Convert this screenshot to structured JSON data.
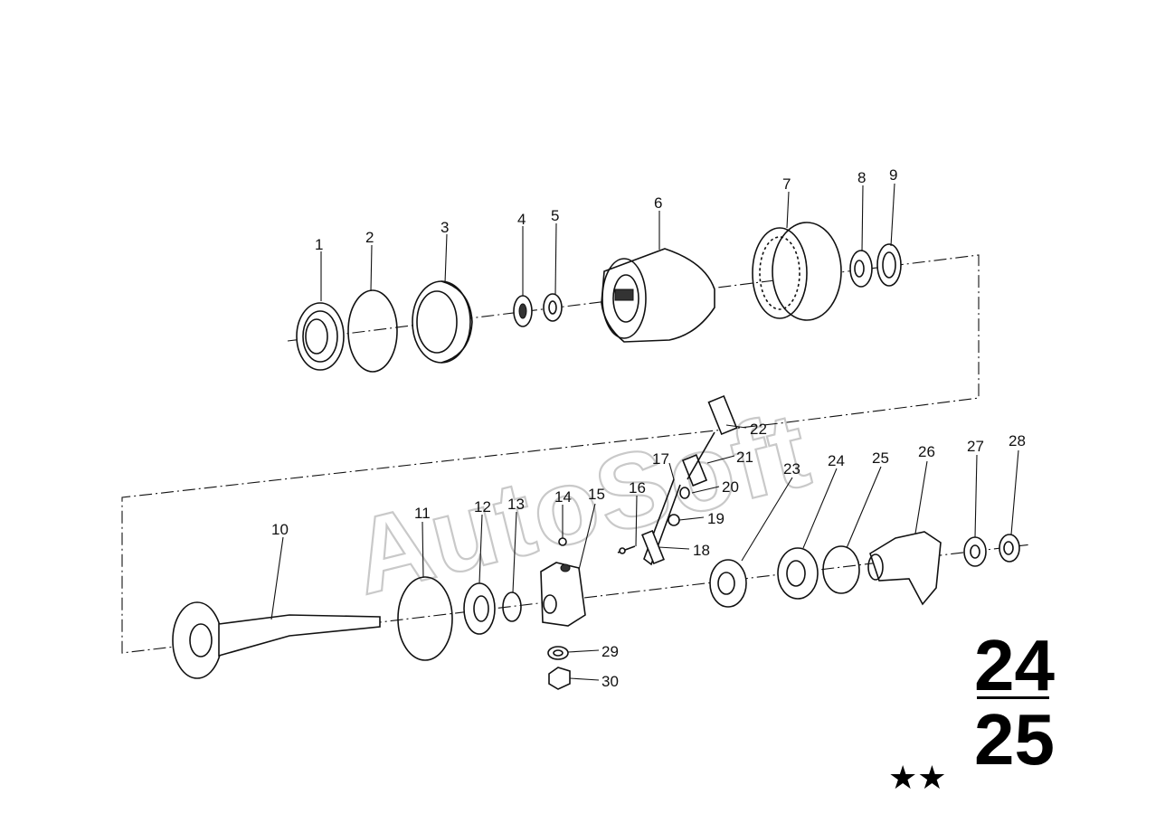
{
  "watermark": {
    "text": "AutoSoft"
  },
  "group_number": {
    "top": "24",
    "bottom": "25"
  },
  "marks": {
    "stars": "★★"
  },
  "callouts": [
    {
      "n": "1"
    },
    {
      "n": "2"
    },
    {
      "n": "3"
    },
    {
      "n": "4"
    },
    {
      "n": "5"
    },
    {
      "n": "6"
    },
    {
      "n": "7"
    },
    {
      "n": "8"
    },
    {
      "n": "9"
    },
    {
      "n": "10"
    },
    {
      "n": "11"
    },
    {
      "n": "12"
    },
    {
      "n": "13"
    },
    {
      "n": "14"
    },
    {
      "n": "15"
    },
    {
      "n": "16"
    },
    {
      "n": "17"
    },
    {
      "n": "18"
    },
    {
      "n": "19"
    },
    {
      "n": "20"
    },
    {
      "n": "21"
    },
    {
      "n": "22"
    },
    {
      "n": "23"
    },
    {
      "n": "24"
    },
    {
      "n": "25"
    },
    {
      "n": "26"
    },
    {
      "n": "27"
    },
    {
      "n": "28"
    },
    {
      "n": "29"
    },
    {
      "n": "30"
    }
  ]
}
